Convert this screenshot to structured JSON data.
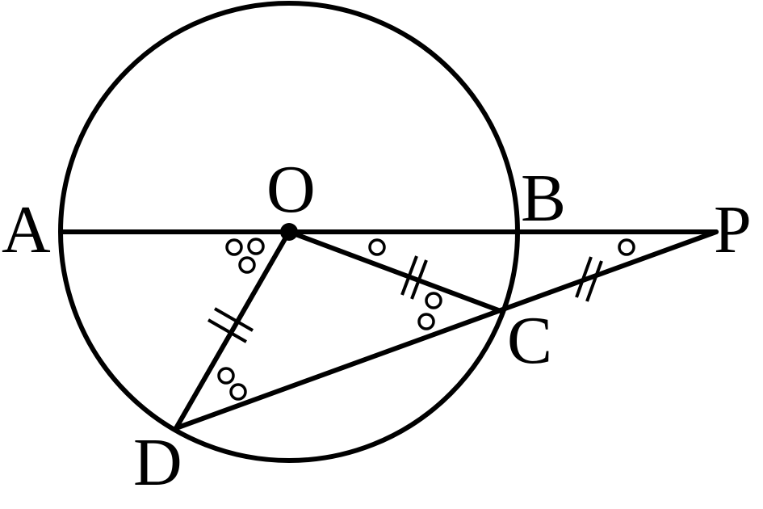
{
  "figure": {
    "points": {
      "A": "A",
      "O": "O",
      "B": "B",
      "P": "P",
      "C": "C",
      "D": "D"
    },
    "segments": [
      "AP",
      "OC",
      "OD",
      "DP"
    ],
    "equal_segments": [
      "OD",
      "OC",
      "CP"
    ],
    "color": "#000000"
  }
}
